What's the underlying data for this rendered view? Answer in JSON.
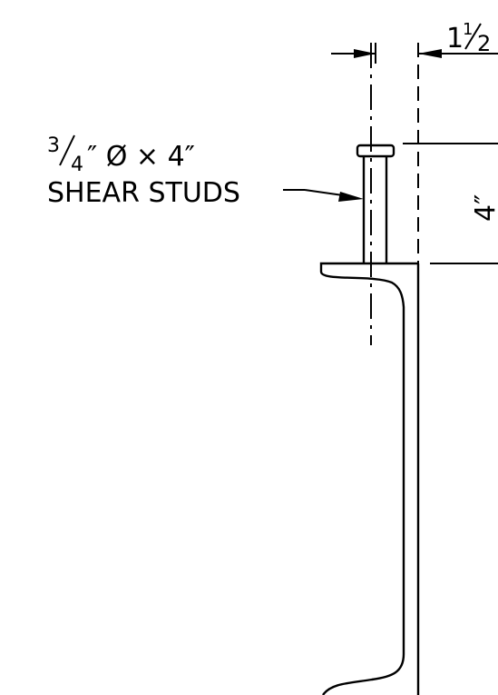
{
  "labels": {
    "top_dimension": {
      "whole": "1",
      "numerator": "1",
      "denominator": "2"
    },
    "side_dimension": "4″",
    "stud_note": {
      "fraction_numerator": "3",
      "fraction_denominator": "4",
      "size_suffix": "″ Ø × 4″",
      "description": "SHEAR STUDS"
    }
  },
  "colors": {
    "line": "#000000",
    "background": "#ffffff"
  }
}
